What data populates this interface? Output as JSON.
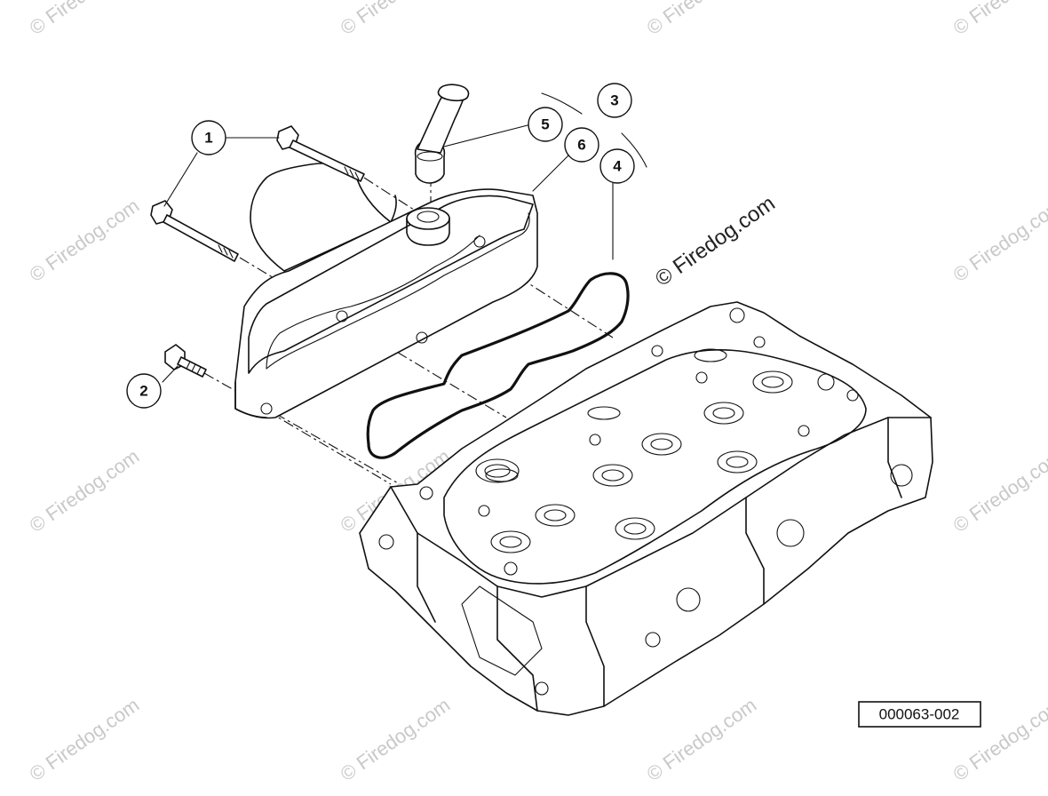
{
  "callouts": {
    "c1": "1",
    "c2": "2",
    "c3": "3",
    "c4": "4",
    "c5": "5",
    "c6": "6"
  },
  "reference_code": "000063-002",
  "watermark": {
    "main": "© Firedog.com",
    "faint": "© Firedog.com"
  }
}
